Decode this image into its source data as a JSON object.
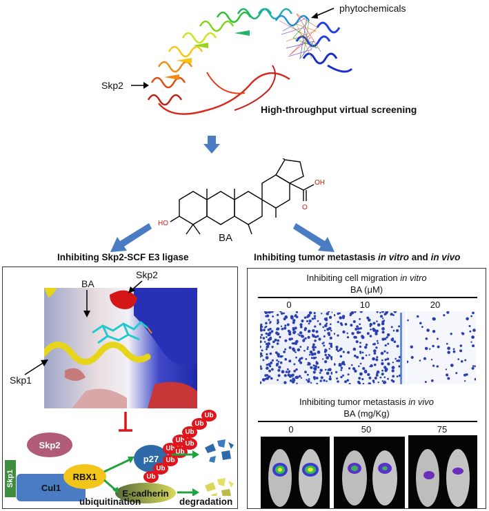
{
  "top": {
    "label_phytochemicals": "phytochemicals",
    "label_skp2": "Skp2",
    "label_screening": "High-throughput virtual screening"
  },
  "molecule": {
    "name": "BA",
    "oh_label": "OH",
    "o_label": "O",
    "ho_label": "HO"
  },
  "left_panel": {
    "heading": "Inhibiting Skp2-SCF E3 ligase",
    "docking": {
      "label_ba": "BA",
      "label_skp2": "Skp2",
      "label_skp1": "Skp1"
    },
    "complex": {
      "skp2": "Skp2",
      "skp1": "Skp1",
      "cul1": "Cul1",
      "rbx1": "RBX1",
      "p27": "p27",
      "ecadherin": "E-cadherin",
      "ub": "Ub"
    },
    "footer_ubiquitination": "ubiquitination",
    "footer_degradation": "degradation",
    "colors": {
      "skp2": "#b05c79",
      "skp1": "#3f8d3e",
      "cul1": "#4a7cc4",
      "rbx1": "#f3c51b",
      "p27": "#2e6aa8",
      "ub": "#e0141b",
      "arrow": "#1ea33e",
      "inhibit": "#e0141b"
    }
  },
  "right_panel": {
    "heading_prefix": "Inhibiting tumor metastasis ",
    "heading_italic1": "in vitro",
    "heading_mid": " and ",
    "heading_italic2": "in vivo",
    "migration": {
      "title_prefix": "Inhibiting cell migration ",
      "title_italic": "in vitro",
      "axis_label": "BA (μM)",
      "doses": [
        "0",
        "10",
        "20"
      ]
    },
    "metastasis": {
      "title_prefix": "Inhibiting tumor metastasis ",
      "title_italic": "in vivo",
      "axis_label": "BA (mg/Kg)",
      "doses": [
        "0",
        "50",
        "75"
      ]
    }
  }
}
